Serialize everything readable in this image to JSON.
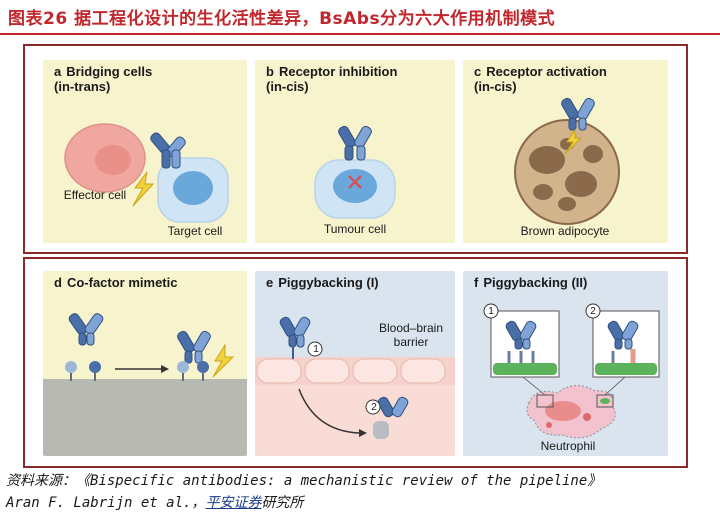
{
  "figure": {
    "title": "图表26 据工程化设计的生化活性差异，BsAbs分为六大作用机制模式"
  },
  "panels": {
    "a": {
      "letter": "a",
      "title": "Bridging cells",
      "subtitle": "(in-trans)",
      "effector": "Effector cell",
      "target": "Target cell"
    },
    "b": {
      "letter": "b",
      "title": "Receptor inhibition",
      "subtitle": "(in-cis)",
      "cell": "Tumour cell"
    },
    "c": {
      "letter": "c",
      "title": "Receptor activation",
      "subtitle": "(in-cis)",
      "cell": "Brown adipocyte"
    },
    "d": {
      "letter": "d",
      "title": "Co-factor mimetic"
    },
    "e": {
      "letter": "e",
      "title": "Piggybacking (I)",
      "barrier": "Blood–brain barrier",
      "step1": "1",
      "step2": "2"
    },
    "f": {
      "letter": "f",
      "title": "Piggybacking (II)",
      "step1": "1",
      "step2": "2",
      "cell": "Neutrophil"
    }
  },
  "source": {
    "line1": "资料来源：《Bispecific antibodies: a mechanistic review of the pipeline》",
    "line2_prefix": "Aran F. Labrijn et al.，",
    "org": "平安证券",
    "suffix": "研究所"
  },
  "colors": {
    "title_red": "#c0282d",
    "frame": "#8b2a2a",
    "panel_yellow": "#f7f3cc",
    "panel_blue": "#d9e4ee",
    "antibody_blue": "#4a6fa8",
    "cell_blue": "#6aa7da",
    "effector_pink": "#f0a7a0",
    "adipocyte_brown": "#8a6a4a"
  }
}
